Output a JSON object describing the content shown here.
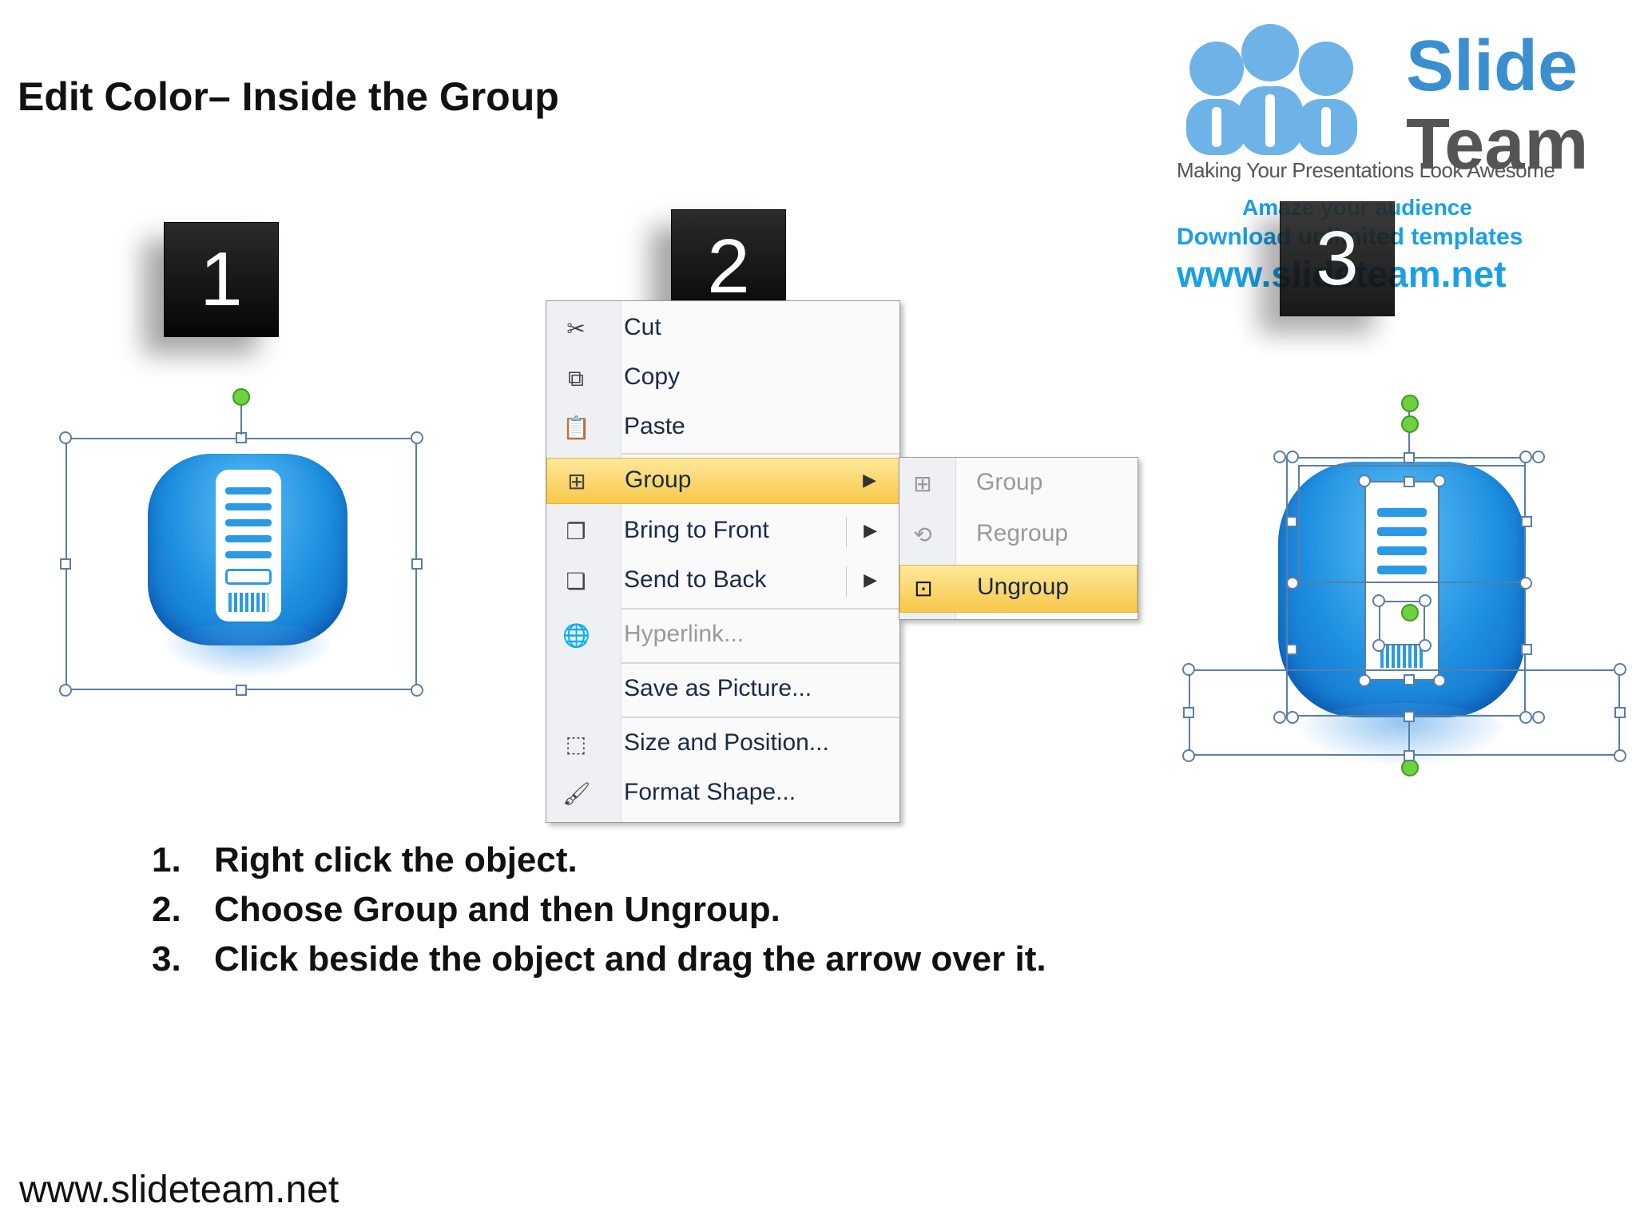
{
  "title": "Edit Color– Inside the Group",
  "logo": {
    "word1": "Slide",
    "word2": "Team",
    "tagline": "Making Your Presentations Look Awesome",
    "line1": "Amaze your audience",
    "line2": "Download unlimited templates",
    "line3": "www.slideteam.net"
  },
  "badges": [
    "1",
    "2",
    "3"
  ],
  "context_menu": {
    "items": [
      {
        "label": "Cut",
        "icon": "scissors-icon",
        "enabled": true
      },
      {
        "label": "Copy",
        "icon": "copy-icon",
        "enabled": true
      },
      {
        "label": "Paste",
        "icon": "paste-icon",
        "enabled": true
      },
      {
        "label": "Group",
        "icon": "group-icon",
        "enabled": true,
        "highlighted": true,
        "submenu": true
      },
      {
        "label": "Bring to Front",
        "icon": "bring-front-icon",
        "enabled": true,
        "submenu": true
      },
      {
        "label": "Send to Back",
        "icon": "send-back-icon",
        "enabled": true,
        "submenu": true
      },
      {
        "label": "Hyperlink...",
        "icon": "hyperlink-icon",
        "enabled": false
      },
      {
        "label": "Save as Picture...",
        "enabled": true
      },
      {
        "label": "Size and Position...",
        "icon": "size-position-icon",
        "enabled": true
      },
      {
        "label": "Format Shape...",
        "icon": "format-shape-icon",
        "enabled": true
      }
    ]
  },
  "submenu": {
    "items": [
      {
        "label": "Group",
        "icon": "group-icon",
        "enabled": false
      },
      {
        "label": "Regroup",
        "icon": "regroup-icon",
        "enabled": false
      },
      {
        "label": "Ungroup",
        "icon": "ungroup-icon",
        "enabled": true,
        "highlighted": true
      }
    ]
  },
  "steps": [
    {
      "num": "1.",
      "text": "Right click the object."
    },
    {
      "num": "2.",
      "text": "Choose Group and then Ungroup."
    },
    {
      "num": "3.",
      "text": "Click beside the object and drag the arrow over it."
    }
  ],
  "footer": "www.slideteam.net",
  "colors": {
    "accent_blue": "#1e8fe0",
    "highlight": "#f8c84a",
    "handle_green": "#6ed13e"
  }
}
